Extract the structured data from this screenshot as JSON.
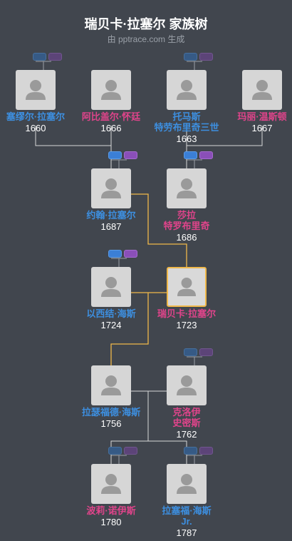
{
  "header": {
    "title": "瑞贝卡·拉塞尔 家族树",
    "subtitle": "由 pptrace.com 生成"
  },
  "colors": {
    "background": "#41464e",
    "male_name": "#3d8fe0",
    "female_name": "#e0448b",
    "ancestor_line": "#f0b84a",
    "connector_line": "#d8d8d8",
    "card": "#d6d6d6"
  },
  "persons": [
    {
      "id": "p1",
      "name": "塞缪尔·拉塞尔",
      "year": "1660",
      "gender": "male"
    },
    {
      "id": "p2",
      "name": "阿比盖尔·怀廷",
      "year": "1666",
      "gender": "female"
    },
    {
      "id": "p3",
      "name": "托马斯\n特劳布里奇三世",
      "year": "1663",
      "gender": "male"
    },
    {
      "id": "p4",
      "name": "玛丽·温斯顿",
      "year": "1667",
      "gender": "female"
    },
    {
      "id": "p5",
      "name": "约翰·拉塞尔",
      "year": "1687",
      "gender": "male"
    },
    {
      "id": "p6",
      "name": "莎拉\n特罗布里奇",
      "year": "1686",
      "gender": "female"
    },
    {
      "id": "p7",
      "name": "以西结·海斯",
      "year": "1724",
      "gender": "male"
    },
    {
      "id": "p8",
      "name": "瑞贝卡·拉塞尔",
      "year": "1723",
      "gender": "female",
      "selected": true
    },
    {
      "id": "p9",
      "name": "拉瑟福德·海斯",
      "year": "1756",
      "gender": "male"
    },
    {
      "id": "p10",
      "name": "克洛伊\n史密斯",
      "year": "1762",
      "gender": "female"
    },
    {
      "id": "p11",
      "name": "波莉·诺伊斯",
      "year": "1780",
      "gender": "female"
    },
    {
      "id": "p12",
      "name": "拉塞福·海斯\nJr.",
      "year": "1787",
      "gender": "male"
    }
  ]
}
